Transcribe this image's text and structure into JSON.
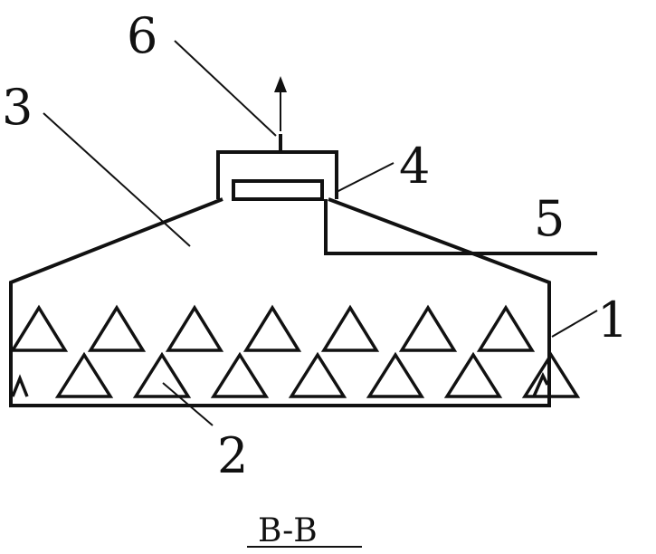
{
  "labels": {
    "part_1": "1",
    "part_2": "2",
    "part_3": "3",
    "part_4": "4",
    "part_5": "5",
    "part_6": "6"
  },
  "section_label": "B-B",
  "colors": {
    "line": "#111111",
    "background": "#ffffff"
  },
  "triangle_rows": {
    "upper_count": 7,
    "lower_count": 7
  }
}
